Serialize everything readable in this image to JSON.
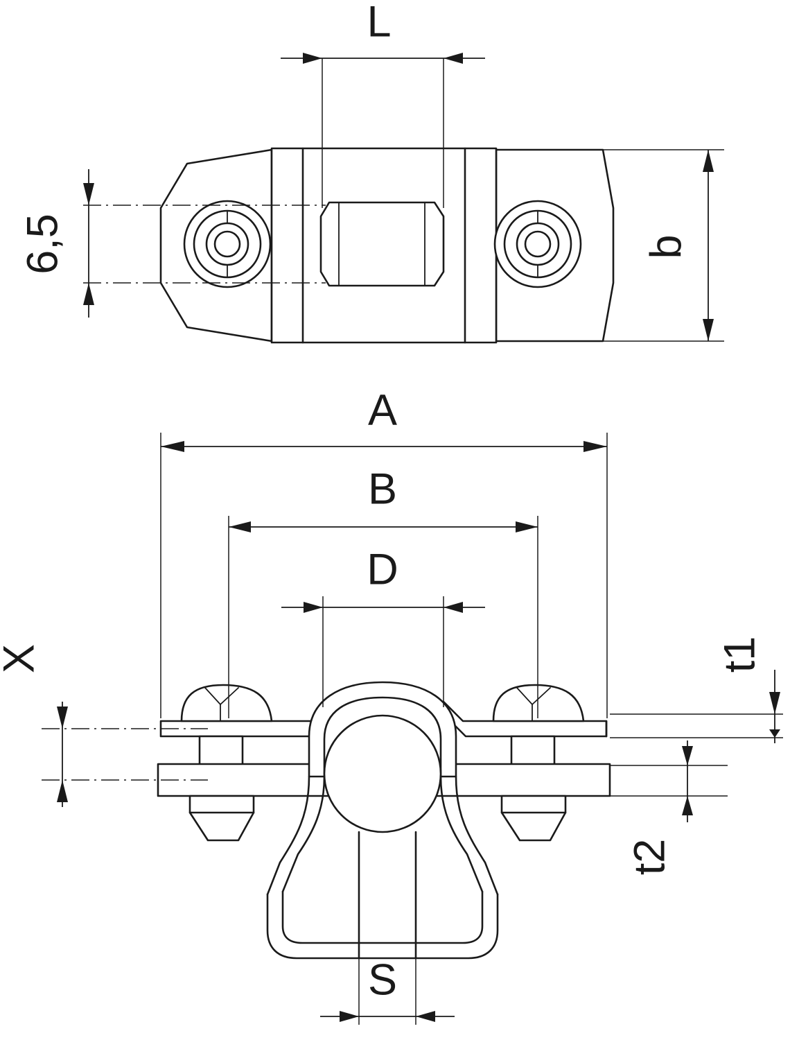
{
  "drawing": {
    "title": "Technical dimension drawing of a pipe/cable clamp",
    "type": "engineering-dimension-drawing",
    "line_color": "#1a1a1a",
    "background_color": "#ffffff",
    "views": [
      {
        "name": "top-view",
        "description": "Plan view of clamp with two screw bosses and central saddle"
      },
      {
        "name": "front-view",
        "description": "Front elevation of clamp with two screws, base plate and hanger loop"
      }
    ],
    "dimension_labels": {
      "L": "L",
      "b": "b",
      "six_five": "6,5",
      "A": "A",
      "B": "B",
      "D": "D",
      "X": "X",
      "t1": "t1",
      "t2": "t2",
      "S": "S"
    },
    "callouts": [
      {
        "id": "L",
        "text": "L",
        "view": "top-view",
        "orientation": "horizontal",
        "position": "above-top-view"
      },
      {
        "id": "b",
        "text": "b",
        "view": "top-view",
        "orientation": "vertical",
        "position": "right-of-top-view"
      },
      {
        "id": "6,5",
        "text": "6,5",
        "view": "top-view",
        "orientation": "vertical",
        "position": "left-of-top-view"
      },
      {
        "id": "A",
        "text": "A",
        "view": "front-view",
        "orientation": "horizontal",
        "position": "above-front-view"
      },
      {
        "id": "B",
        "text": "B",
        "view": "front-view",
        "orientation": "horizontal",
        "position": "above-front-view"
      },
      {
        "id": "D",
        "text": "D",
        "view": "front-view",
        "orientation": "horizontal",
        "position": "above-front-view"
      },
      {
        "id": "X",
        "text": "X",
        "view": "front-view",
        "orientation": "vertical",
        "position": "left-of-front-view"
      },
      {
        "id": "t1",
        "text": "t1",
        "view": "front-view",
        "orientation": "vertical",
        "position": "right-of-front-view"
      },
      {
        "id": "t2",
        "text": "t2",
        "view": "front-view",
        "orientation": "vertical",
        "position": "right-of-front-view"
      },
      {
        "id": "S",
        "text": "S",
        "view": "front-view",
        "orientation": "horizontal",
        "position": "below-front-view"
      }
    ]
  }
}
